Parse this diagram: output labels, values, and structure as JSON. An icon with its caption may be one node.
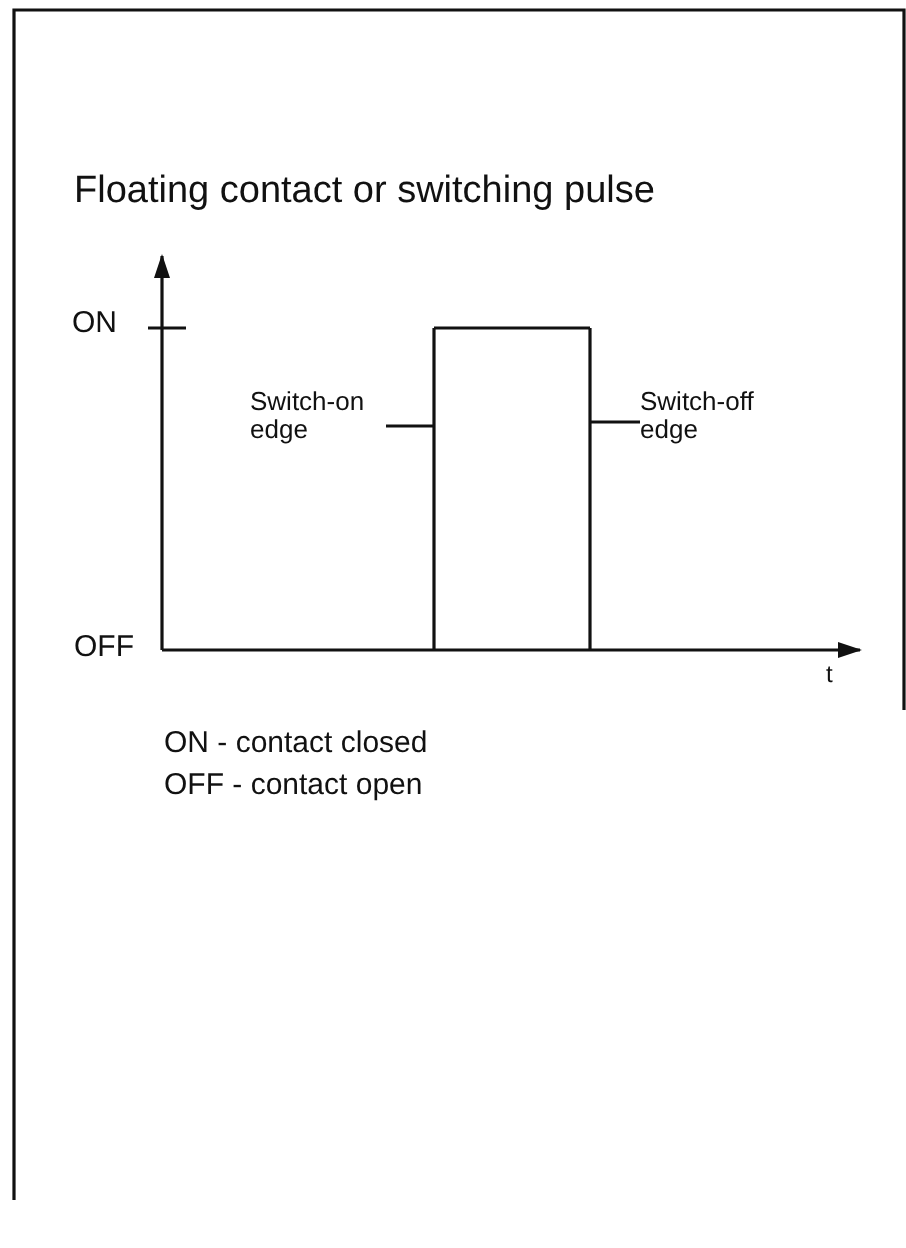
{
  "diagram": {
    "title": "Floating contact or switching pulse",
    "nodes": [
      {
        "text": [
          "Switch-on edge"
        ]
      },
      {
        "text": [
          "Switch-off edge"
        ]
      },
      {
        "text": [],
        "shape": "line"
      },
      {
        "text": [],
        "shape": "line"
      }
    ],
    "edges": [
      {
        "from": 0,
        "to": 2,
        "arrow": "none"
      },
      {
        "from": 1,
        "to": 3,
        "arrow": "none"
      }
    ],
    "labels": [
      "ON",
      "OFF",
      "t",
      "ON - contact closed",
      "OFF - contact open"
    ]
  }
}
